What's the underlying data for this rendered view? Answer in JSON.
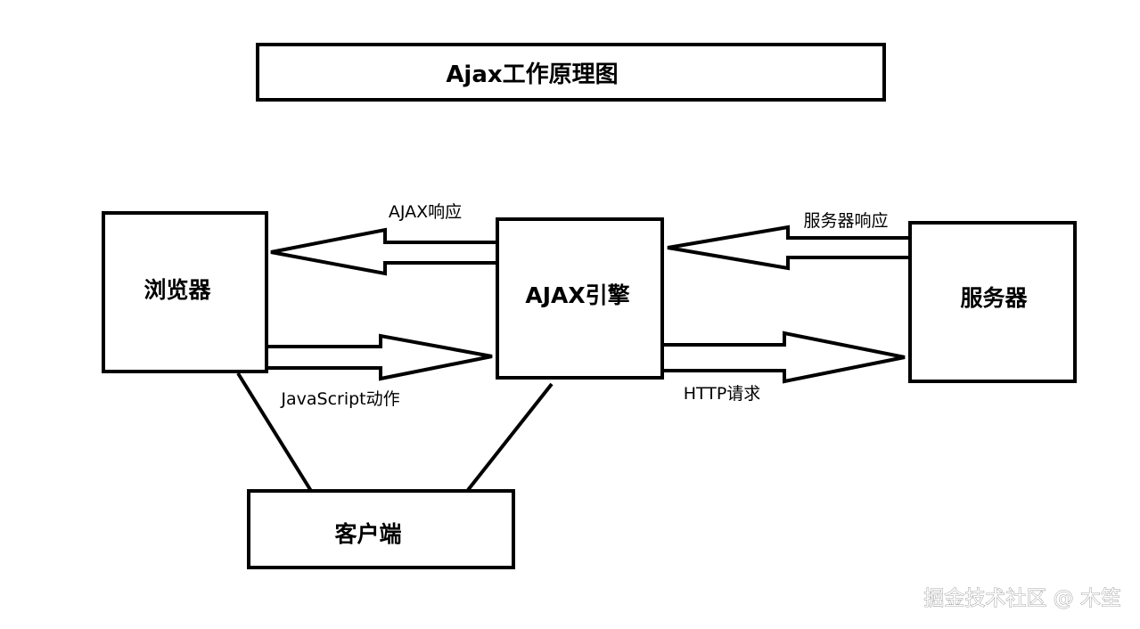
{
  "title": "Ajax工作原理图",
  "nodes": {
    "browser": "浏览器",
    "engine": "AJAX引擎",
    "server": "服务器",
    "client": "客户端"
  },
  "edges": {
    "ajax_response": "AJAX响应",
    "javascript_action": "JavaScript动作",
    "server_response": "服务器响应",
    "http_request": "HTTP请求"
  },
  "watermark": "掘金技术社区 @ 木笙"
}
